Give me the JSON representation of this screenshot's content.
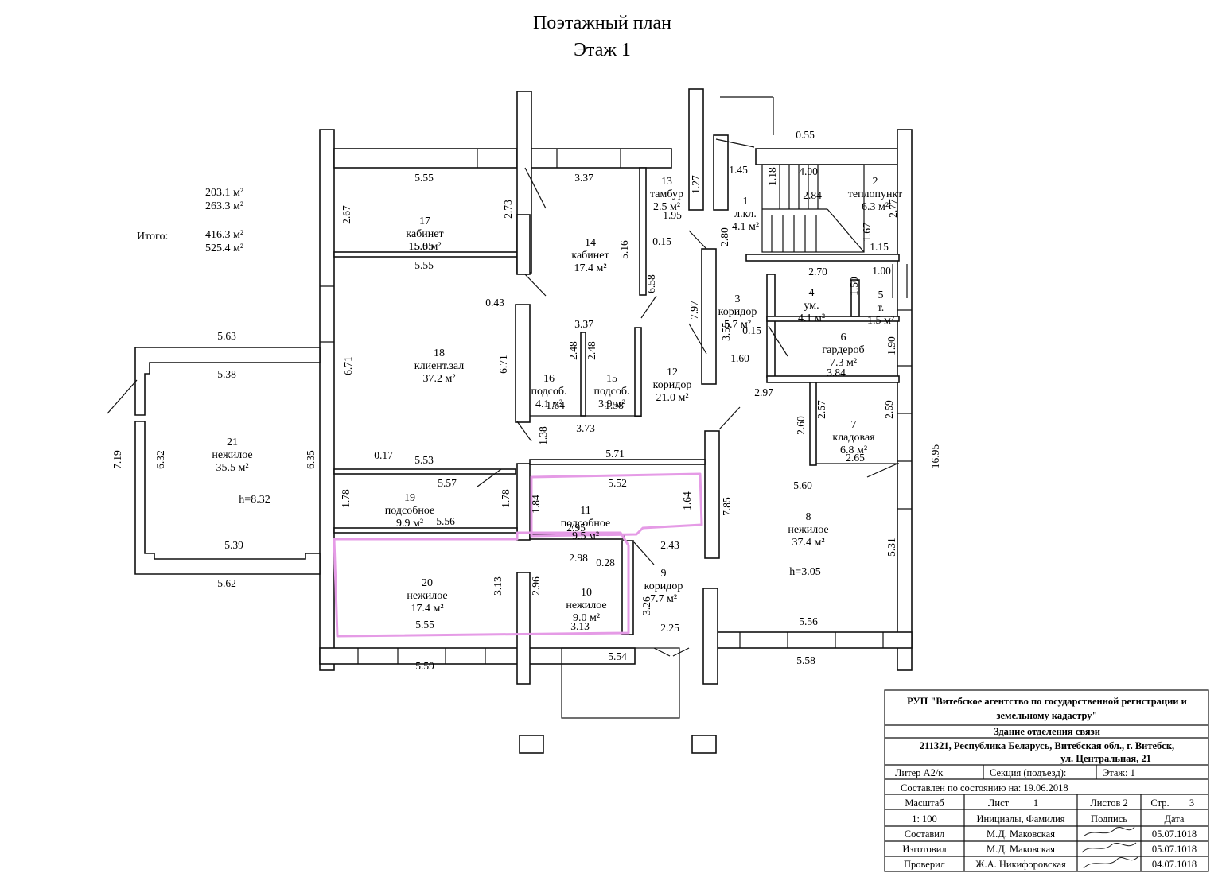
{
  "title": {
    "line1": "Поэтажный план",
    "line2": "Этаж 1"
  },
  "totals": {
    "a1": "203.1 м²",
    "a2": "263.3 м²",
    "label": "Итого:",
    "t1": "416.3 м²",
    "t2": "525.4 м²"
  },
  "rooms": [
    {
      "num": "17",
      "name": "кабинет",
      "area": "15.0 м²"
    },
    {
      "num": "14",
      "name": "кабинет",
      "area": "17.4 м²"
    },
    {
      "num": "13",
      "name": "тамбур",
      "area": "2.5 м²"
    },
    {
      "num": "1",
      "name": "л.кл.",
      "area": "4.1 м²"
    },
    {
      "num": "2",
      "name": "теплопункт",
      "area": "6.3 м²"
    },
    {
      "num": "18",
      "name": "клиент.зал",
      "area": "37.2 м²"
    },
    {
      "num": "16",
      "name": "подсоб.",
      "area": "4.1 м²"
    },
    {
      "num": "15",
      "name": "подсоб.",
      "area": "3.9 м²"
    },
    {
      "num": "12",
      "name": "коридор",
      "area": "21.0 м²"
    },
    {
      "num": "3",
      "name": "коридор",
      "area": "5.7 м²"
    },
    {
      "num": "4",
      "name": "ум.",
      "area": "4.1 м²"
    },
    {
      "num": "5",
      "name": "т.",
      "area": "1.5 м²"
    },
    {
      "num": "6",
      "name": "гардероб",
      "area": "7.3 м²"
    },
    {
      "num": "7",
      "name": "кладовая",
      "area": "6.8 м²"
    },
    {
      "num": "21",
      "name": "нежилое",
      "area": "35.5 м²"
    },
    {
      "num": "19",
      "name": "подсобное",
      "area": "9.9 м²"
    },
    {
      "num": "11",
      "name": "подсобное",
      "area": "9.5 м²"
    },
    {
      "num": "8",
      "name": "нежилое",
      "area": "37.4 м²"
    },
    {
      "num": "20",
      "name": "нежилое",
      "area": "17.4 м²"
    },
    {
      "num": "10",
      "name": "нежилое",
      "area": "9.0 м²"
    },
    {
      "num": "9",
      "name": "коридор",
      "area": "7.7 м²"
    }
  ],
  "heights": {
    "h21": "h=8.32",
    "h8": "h=3.05"
  },
  "dims": [
    "0.55",
    "5.55",
    "3.37",
    "1.45",
    "1.18",
    "4.00",
    "1.27",
    "2.67",
    "2.73",
    "1.95",
    "2.84",
    "2.77",
    "5.55",
    "5.16",
    "0.15",
    "2.80",
    "1.67",
    "1.15",
    "5.55",
    "2.70",
    "1.00",
    "6.58",
    "1.50",
    "0.43",
    "3.37",
    "7.97",
    "3.55",
    "0.15",
    "5.63",
    "2.48",
    "2.48",
    "1.60",
    "1.90",
    "5.38",
    "6.71",
    "6.71",
    "2.97",
    "3.84",
    "1.64",
    "1.58",
    "2.57",
    "2.59",
    "7.19",
    "6.32",
    "6.35",
    "1.38",
    "3.73",
    "2.60",
    "16.95",
    "0.17",
    "5.53",
    "5.71",
    "2.65",
    "5.57",
    "5.52",
    "5.60",
    "1.78",
    "1.78",
    "1.84",
    "1.64",
    "7.85",
    "5.56",
    "2.95",
    "2.43",
    "5.31",
    "5.39",
    "2.98",
    "0.28",
    "5.62",
    "3.13",
    "2.96",
    "3.26",
    "5.55",
    "3.13",
    "2.25",
    "5.56",
    "5.59",
    "5.54",
    "5.58"
  ],
  "titleblock": {
    "org1": "РУП \"Витебское агентство по государственной регистрации и",
    "org2": "земельному кадастру\"",
    "building": "Здание отделения связи",
    "addr1": "211321, Республика Беларусь, Витебская обл., г. Витебск,",
    "addr2": "ул. Центральная, 21",
    "liter": "Литер А2/к",
    "section": "Секция (подъезд):",
    "floor": "Этаж: 1",
    "compiled": "Составлен по состоянию на: 19.06.2018",
    "h_scale": "Масштаб",
    "h_sheet": "Лист",
    "v_sheet": "1",
    "h_sheets": "Листов 2",
    "h_page": "Стр.",
    "v_page": "3",
    "v_scale": "1: 100",
    "h_names": "Инициалы, Фамилия",
    "h_sign": "Подпись",
    "h_date": "Дата",
    "r1_role": "Составил",
    "r1_name": "М.Д. Маковская",
    "r1_date": "05.07.1018",
    "r2_role": "Изготовил",
    "r2_name": "М.Д. Маковская",
    "r2_date": "05.07.1018",
    "r3_role": "Проверил",
    "r3_name": "Ж.А. Никифоровская",
    "r3_date": "04.07.1018"
  }
}
